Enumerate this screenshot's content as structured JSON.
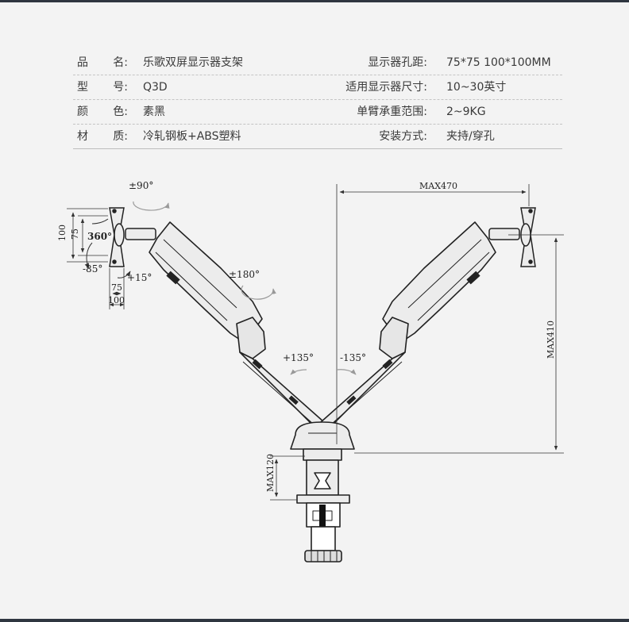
{
  "specs": {
    "rows": [
      {
        "left_key_chars": [
          "品",
          "名:"
        ],
        "left_value": "乐歌双屏显示器支架",
        "right_key": "显示器孔距:",
        "right_value": "75*75 100*100MM"
      },
      {
        "left_key_chars": [
          "型",
          "号:"
        ],
        "left_value": "Q3D",
        "right_key": "适用显示器尺寸:",
        "right_value": "10~30英寸"
      },
      {
        "left_key_chars": [
          "颜",
          "色:"
        ],
        "left_value": "素黑",
        "right_key": "单臂承重范围:",
        "right_value": "2~9KG"
      },
      {
        "left_key_chars": [
          "材",
          "质:"
        ],
        "left_value": "冷轧钢板+ABS塑料",
        "right_key": "安装方式:",
        "right_value": "夹持/穿孔"
      }
    ]
  },
  "diagram": {
    "dims": {
      "tilt": "±90°",
      "rotate": "360°",
      "swivel_arm": "±180°",
      "left_base": "+135°",
      "right_base": "-135°",
      "down_tilt": "-85°",
      "up_tilt": "+15°",
      "vesa_h_100": "100",
      "vesa_h_75": "75",
      "vesa_w_75": "75",
      "vesa_w_100": "100",
      "max_width": "MAX470",
      "max_height": "MAX410",
      "max_clamp": "MAX120"
    }
  }
}
